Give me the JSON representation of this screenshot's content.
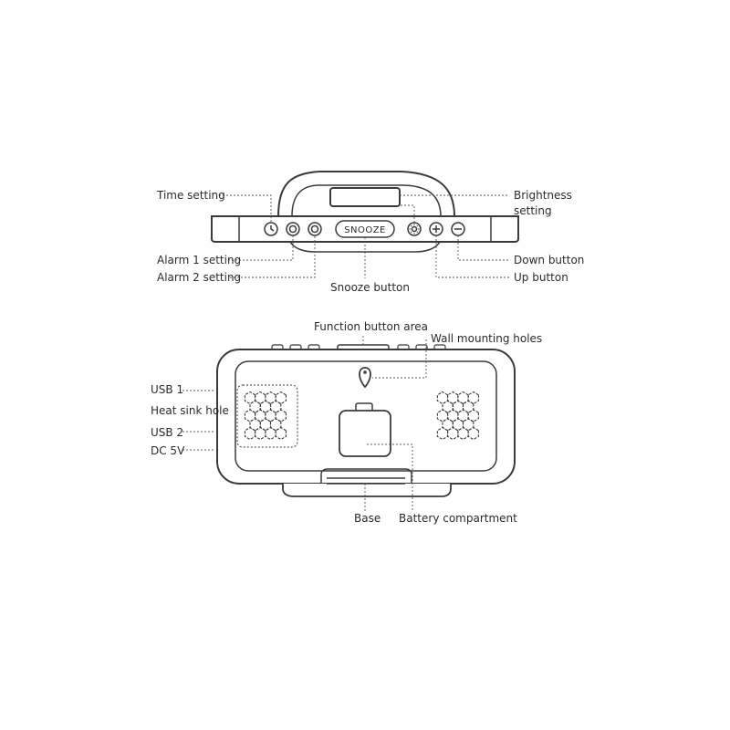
{
  "top_view": {
    "snooze_text": "SNOOZE",
    "labels": {
      "time_setting": "Time setting",
      "alarm1_setting": "Alarm 1 setting",
      "alarm2_setting": "Alarm 2 setting",
      "snooze_button": "Snooze button",
      "brightness_line1": "Brightness",
      "brightness_line2": "setting",
      "down_button": "Down button",
      "up_button": "Up button"
    },
    "icons": [
      "clock-icon",
      "alarm-1-icon",
      "alarm-2-icon",
      "brightness-sun-icon",
      "plus-icon",
      "minus-icon"
    ]
  },
  "back_view": {
    "labels": {
      "function_button_area": "Function button area",
      "wall_mounting_holes": "Wall mounting holes",
      "usb1": "USB 1",
      "heat_sink_hole": "Heat sink hole",
      "usb2": "USB 2",
      "dc5v": "DC 5V",
      "base": "Base",
      "battery_compartment": "Battery compartment"
    }
  },
  "colors": {
    "outline": "#3a3a3a",
    "leader_line": "#555555",
    "device_fill": "#ffffff"
  }
}
